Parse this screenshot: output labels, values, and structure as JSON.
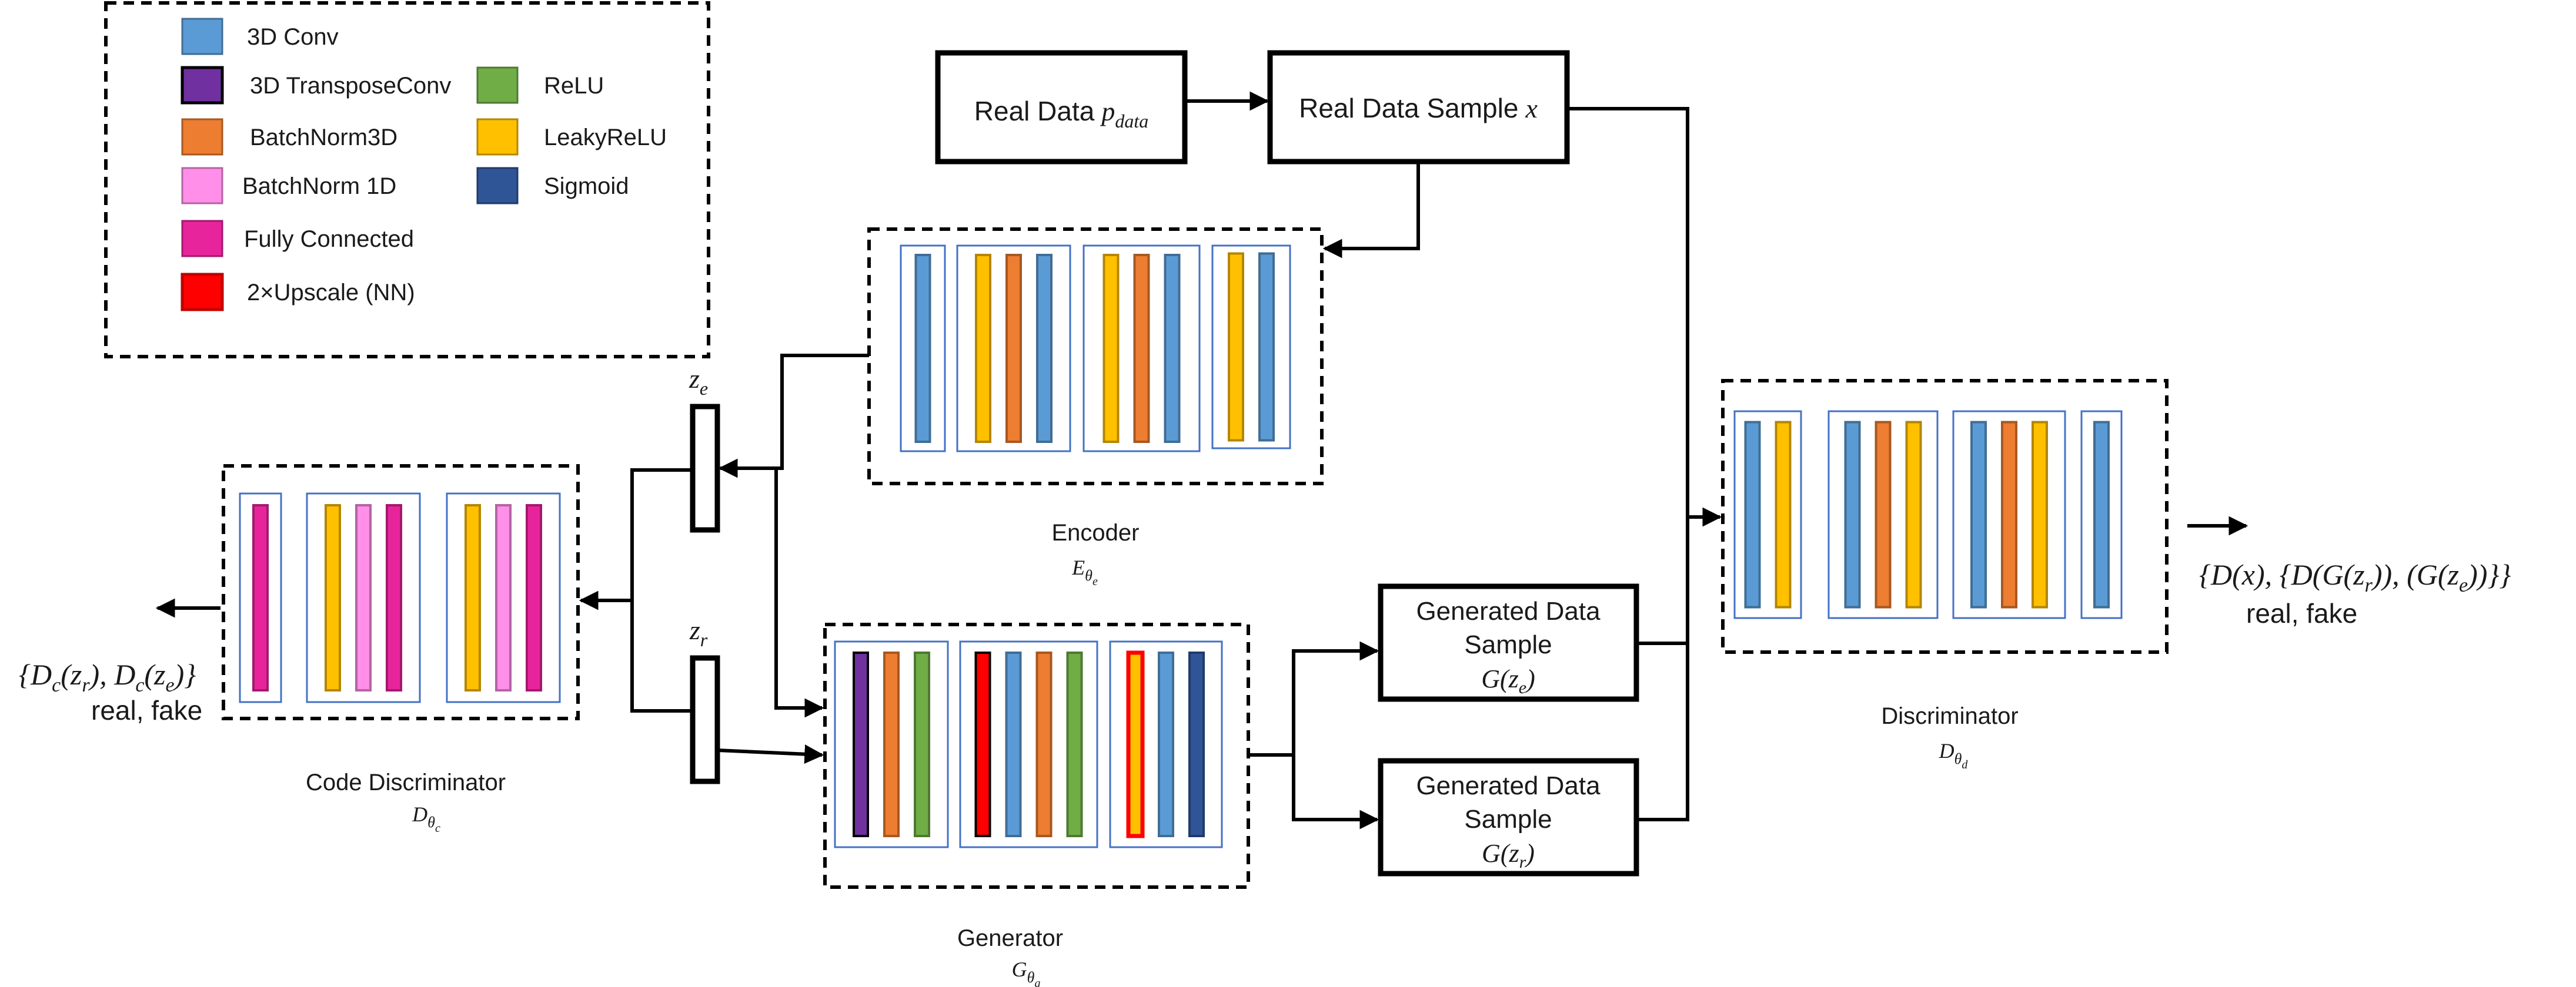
{
  "colors": {
    "conv3d": "#5B9BD5",
    "transpose_conv": "#7030A0",
    "batchnorm3d": "#ED7D31",
    "batchnorm1d": "#FF8FE8",
    "fully_connected": "#E8249C",
    "upscale": "#FF0000",
    "relu": "#70AD47",
    "leaky_relu": "#FFC000",
    "sigmoid": "#2F5597",
    "panel_border": "#4472C4"
  },
  "legend": {
    "items": [
      {
        "key": "conv3d",
        "label": "3D Conv"
      },
      {
        "key": "transpose_conv",
        "label": "3D TransposeConv"
      },
      {
        "key": "batchnorm3d",
        "label": "BatchNorm3D"
      },
      {
        "key": "batchnorm1d",
        "label": "BatchNorm 1D"
      },
      {
        "key": "fully_connected",
        "label": "Fully Connected"
      },
      {
        "key": "upscale",
        "label": "2×Upscale (NN)"
      },
      {
        "key": "relu",
        "label": "ReLU"
      },
      {
        "key": "leaky_relu",
        "label": "LeakyReLU"
      },
      {
        "key": "sigmoid",
        "label": "Sigmoid"
      }
    ]
  },
  "nodes": {
    "real_data": {
      "text": "Real Data",
      "symbol": "p",
      "subscript": "data"
    },
    "real_sample": {
      "text": "Real Data Sample",
      "symbol": "x"
    },
    "gen_e": {
      "line1": "Generated Data",
      "line2": "Sample",
      "symbol": "G(z",
      "subscript": "e",
      "close": ")"
    },
    "gen_r": {
      "line1": "Generated Data",
      "line2": "Sample",
      "symbol": "G(z",
      "subscript": "r",
      "close": ")"
    },
    "z_e": {
      "symbol": "z",
      "subscript": "e"
    },
    "z_r": {
      "symbol": "z",
      "subscript": "r"
    }
  },
  "modules": {
    "encoder": {
      "name": "Encoder",
      "symbol": "E",
      "sub": "θ",
      "subsub": "e",
      "groups": [
        [
          "conv3d"
        ],
        [
          "leaky_relu",
          "batchnorm3d",
          "conv3d"
        ],
        [
          "leaky_relu",
          "batchnorm3d",
          "conv3d"
        ],
        [
          "leaky_relu",
          "conv3d"
        ]
      ]
    },
    "generator": {
      "name": "Generator",
      "symbol": "G",
      "sub": "θ",
      "subsub": "g",
      "groups": [
        [
          "transpose_conv",
          "batchnorm3d",
          "relu"
        ],
        [
          "upscale",
          "conv3d",
          "batchnorm3d",
          "relu"
        ],
        [
          "upscale_leaky",
          "conv3d",
          "sigmoid"
        ]
      ]
    },
    "discriminator": {
      "name": "Discriminator",
      "symbol": "D",
      "sub": "θ",
      "subsub": "d",
      "groups": [
        [
          "conv3d",
          "leaky_relu"
        ],
        [
          "conv3d",
          "batchnorm3d",
          "leaky_relu"
        ],
        [
          "conv3d",
          "batchnorm3d",
          "leaky_relu"
        ],
        [
          "conv3d"
        ]
      ]
    },
    "code_discriminator": {
      "name": "Code Discriminator",
      "symbol": "D",
      "sub": "θ",
      "subsub": "c",
      "groups": [
        [
          "fully_connected"
        ],
        [
          "leaky_relu",
          "batchnorm1d",
          "fully_connected"
        ],
        [
          "leaky_relu",
          "batchnorm1d",
          "fully_connected"
        ]
      ]
    }
  },
  "outputs": {
    "discriminator": {
      "line1": "{D(x), {D(G(z",
      "r1": "r",
      "mid": ")), (G(z",
      "e1": "e",
      "end": "))}}",
      "line2": "real, fake"
    },
    "code_discriminator": {
      "line1a": "{D",
      "c1": "c",
      "p1": "(z",
      "r1": "r",
      "p2": "), D",
      "c2": "c",
      "p3": "(z",
      "e1": "e",
      "p4": ")}",
      "line2": "real, fake"
    }
  }
}
